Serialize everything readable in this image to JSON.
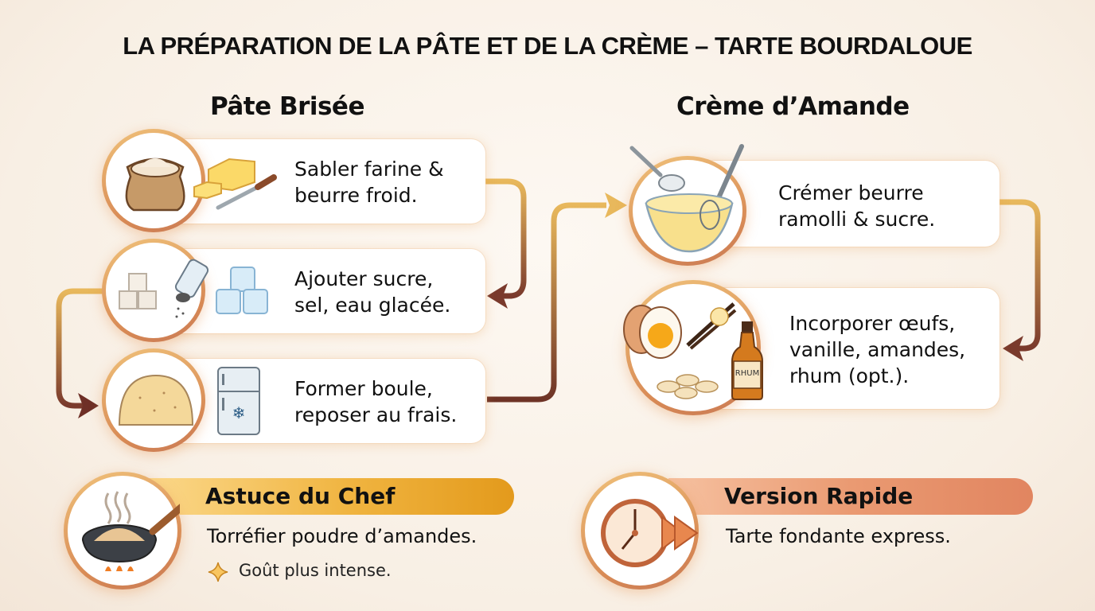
{
  "title": "LA PRÉPARATION DE LA PÂTE ET DE LA CRÈME – TARTE BOURDALOUE",
  "sections": {
    "pate": {
      "title": "Pâte Brisée",
      "steps": [
        {
          "text": "Sabler farine &\nbeurre froid.",
          "icons": [
            "flour-sack-icon",
            "butter-icon",
            "knife-icon"
          ]
        },
        {
          "text": "Ajouter sucre,\nsel, eau glacée.",
          "icons": [
            "sugar-cubes-icon",
            "salt-shaker-icon",
            "ice-cubes-icon"
          ]
        },
        {
          "text": "Former boule,\nreposer au frais.",
          "icons": [
            "dough-ball-icon",
            "fridge-icon"
          ]
        }
      ]
    },
    "creme": {
      "title": "Crème d’Amande",
      "steps": [
        {
          "text": "Crémer beurre\nramolli & sucre.",
          "icons": [
            "mixing-bowl-icon",
            "spoon-icon",
            "whisk-icon"
          ]
        },
        {
          "text": "Incorporer œufs,\nvanille, amandes,\nrhum (opt.).",
          "icons": [
            "egg-icon",
            "vanilla-icon",
            "almonds-icon",
            "rum-bottle-icon"
          ],
          "bottle_label": "RHUM"
        }
      ]
    }
  },
  "tips": {
    "chef": {
      "title": "Astuce du Chef",
      "text": "Torréfier poudre d’amandes.",
      "sub": "Goût plus intense.",
      "icon": "frying-pan-icon",
      "sub_icon": "sparkle-icon"
    },
    "rapide": {
      "title": "Version Rapide",
      "text": "Tarte fondante express.",
      "icon": "fast-clock-icon"
    }
  },
  "colors": {
    "arrow_start": "#e8b85c",
    "arrow_end": "#7a3a2c",
    "gold_banner": "#e39a1c",
    "rust_banner": "#e18560",
    "circle_ring": "#e0a060"
  }
}
